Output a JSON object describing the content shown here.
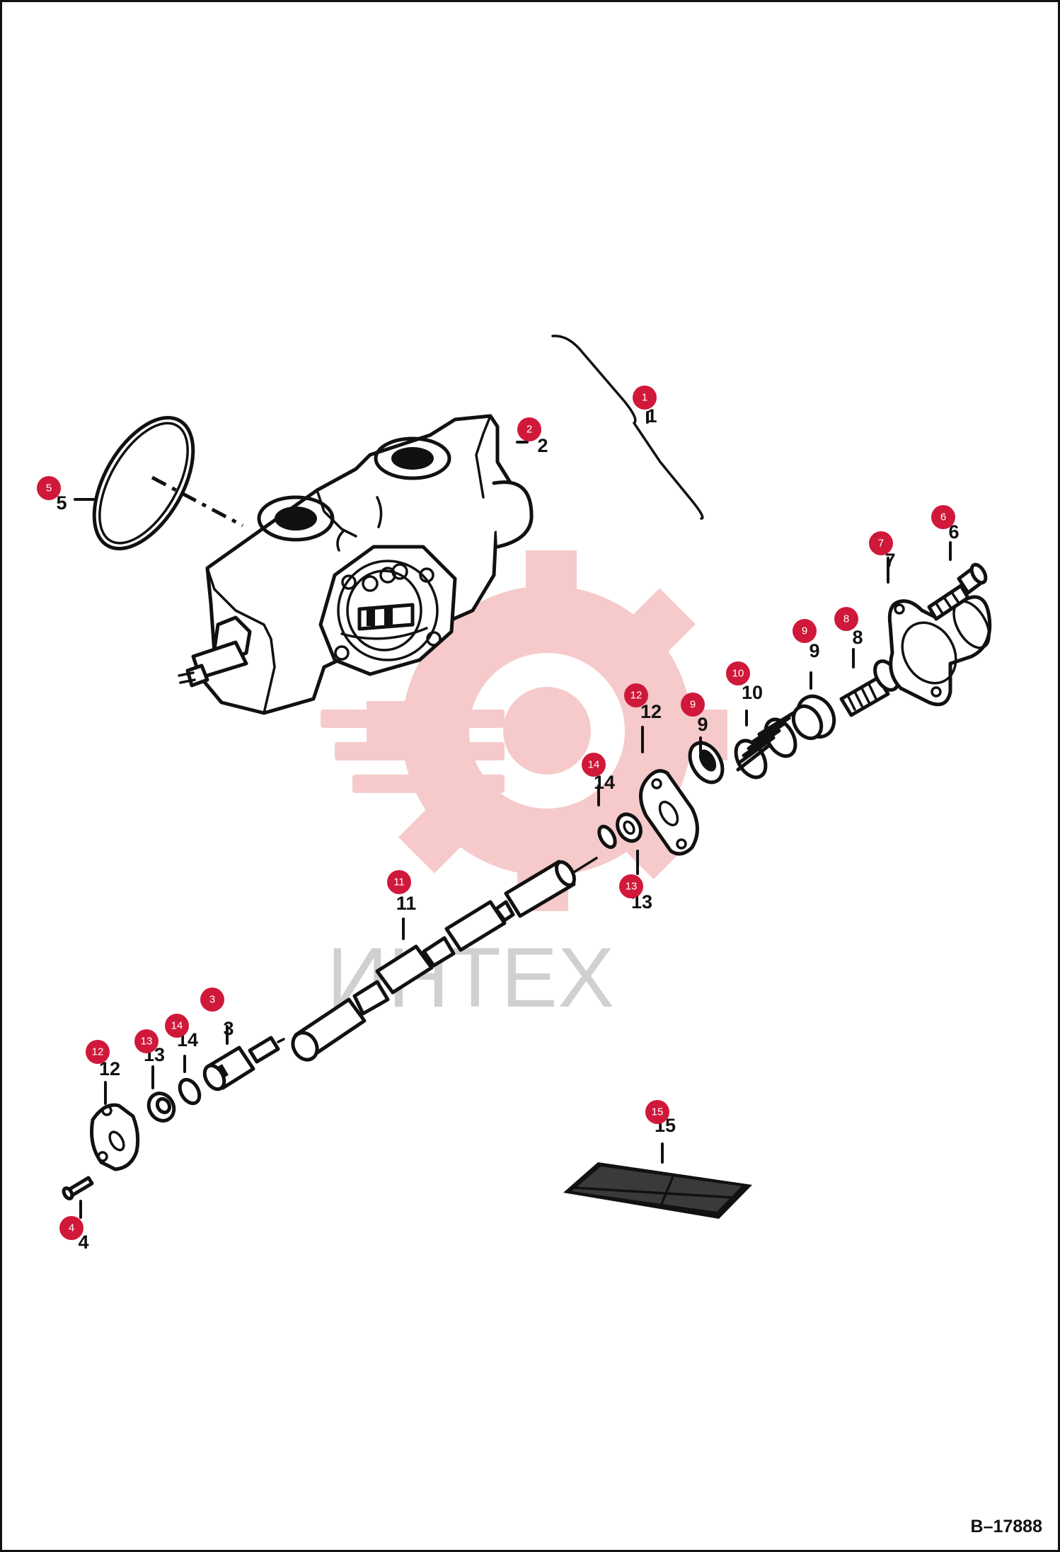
{
  "figure_code": "B–17888",
  "watermark_text": "ИНТЕХ",
  "colors": {
    "badge": "#d0183a",
    "watermark_gear": "#f6c5c5",
    "watermark_text": "#c8c8c8",
    "line": "#111111"
  },
  "callouts": [
    {
      "id": "c1",
      "label": "1",
      "badge": "1"
    },
    {
      "id": "c2",
      "label": "2",
      "badge": "2"
    },
    {
      "id": "c3",
      "label": "3",
      "badge": "3"
    },
    {
      "id": "c4",
      "label": "4",
      "badge": "4"
    },
    {
      "id": "c5",
      "label": "5",
      "badge": "5"
    },
    {
      "id": "c6",
      "label": "6",
      "badge": "6"
    },
    {
      "id": "c7",
      "label": "7",
      "badge": "7"
    },
    {
      "id": "c8",
      "label": "8",
      "badge": "8"
    },
    {
      "id": "c9a",
      "label": "9",
      "badge": "9"
    },
    {
      "id": "c9b",
      "label": "9",
      "badge": "9"
    },
    {
      "id": "c10",
      "label": "10",
      "badge": "10"
    },
    {
      "id": "c11",
      "label": "11",
      "badge": "11"
    },
    {
      "id": "c12a",
      "label": "12",
      "badge": "12"
    },
    {
      "id": "c12b",
      "label": "12",
      "badge": "12"
    },
    {
      "id": "c13a",
      "label": "13",
      "badge": "13"
    },
    {
      "id": "c13b",
      "label": "13",
      "badge": "13"
    },
    {
      "id": "c14a",
      "label": "14",
      "badge": "14"
    },
    {
      "id": "c14b",
      "label": "14",
      "badge": "14"
    },
    {
      "id": "c15",
      "label": "15",
      "badge": "15"
    }
  ]
}
